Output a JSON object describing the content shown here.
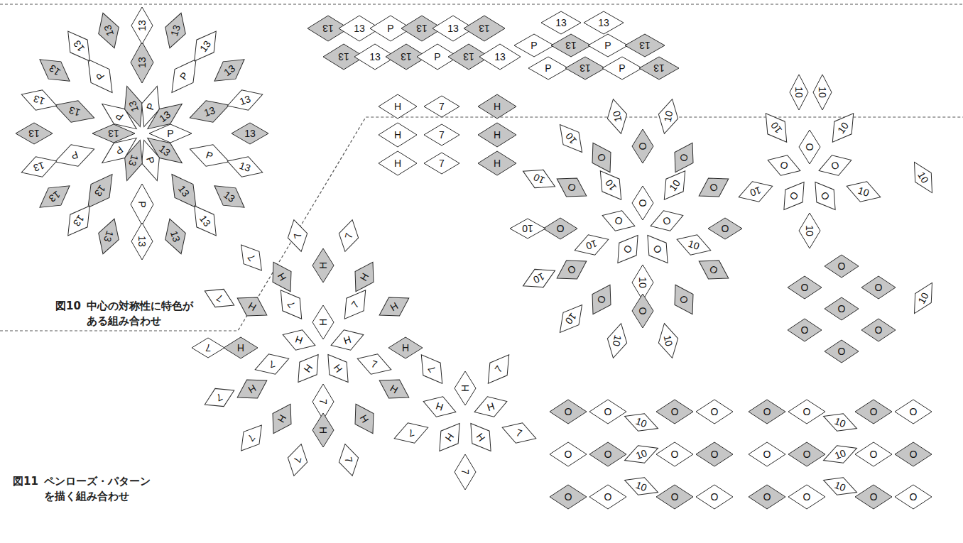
{
  "diagram": {
    "nodes": [
      {
        "text": [
          "P"
        ]
      },
      {
        "text": [
          "13"
        ]
      },
      {
        "text": [
          "P"
        ]
      },
      {
        "text": [
          "13"
        ]
      },
      {
        "text": [
          "P"
        ]
      },
      {
        "text": [
          "13"
        ]
      },
      {
        "text": [
          "P"
        ]
      },
      {
        "text": [
          "13"
        ]
      },
      {
        "text": [
          "P"
        ]
      },
      {
        "text": [
          "13"
        ]
      },
      {
        "text": [
          "P"
        ]
      },
      {
        "text": [
          "13"
        ]
      },
      {
        "text": [
          "P"
        ]
      },
      {
        "text": [
          "13"
        ]
      },
      {
        "text": [
          "P"
        ]
      },
      {
        "text": [
          "13"
        ]
      },
      {
        "text": [
          "P"
        ]
      },
      {
        "text": [
          "13"
        ]
      },
      {
        "text": [
          "P"
        ]
      },
      {
        "text": [
          "13"
        ]
      },
      {
        "text": [
          "13"
        ]
      },
      {
        "text": [
          "13"
        ]
      },
      {
        "text": [
          "13"
        ]
      },
      {
        "text": [
          "13"
        ]
      },
      {
        "text": [
          "13"
        ]
      },
      {
        "text": [
          "13"
        ]
      },
      {
        "text": [
          "13"
        ]
      },
      {
        "text": [
          "13"
        ]
      },
      {
        "text": [
          "13"
        ]
      },
      {
        "text": [
          "13"
        ]
      },
      {
        "text": [
          "13"
        ]
      },
      {
        "text": [
          "13"
        ]
      },
      {
        "text": [
          "13"
        ]
      },
      {
        "text": [
          "13"
        ]
      },
      {
        "text": [
          "13"
        ]
      },
      {
        "text": [
          "13"
        ]
      },
      {
        "text": [
          "13"
        ]
      },
      {
        "text": [
          "13"
        ]
      },
      {
        "text": [
          "13"
        ]
      },
      {
        "text": [
          "13"
        ]
      },
      {
        "text": [
          "13"
        ]
      },
      {
        "text": [
          "13"
        ]
      },
      {
        "text": [
          "P"
        ]
      },
      {
        "text": [
          "13"
        ]
      },
      {
        "text": [
          "13"
        ]
      },
      {
        "text": [
          "13"
        ]
      },
      {
        "text": [
          "13"
        ]
      },
      {
        "text": [
          "13"
        ]
      },
      {
        "text": [
          "13"
        ]
      },
      {
        "text": [
          "P"
        ]
      },
      {
        "text": [
          "13"
        ]
      },
      {
        "text": [
          "13"
        ]
      },
      {
        "text": [
          "13"
        ]
      },
      {
        "text": [
          "13"
        ]
      },
      {
        "text": [
          "P"
        ]
      },
      {
        "text": [
          "13"
        ]
      },
      {
        "text": [
          "P"
        ]
      },
      {
        "text": [
          "13"
        ]
      },
      {
        "text": [
          "P"
        ]
      },
      {
        "text": [
          "13"
        ]
      },
      {
        "text": [
          "P"
        ]
      },
      {
        "text": [
          "13"
        ]
      },
      {
        "text": [
          "H"
        ]
      },
      {
        "text": [
          "7"
        ]
      },
      {
        "text": [
          "H"
        ]
      },
      {
        "text": [
          "H"
        ]
      },
      {
        "text": [
          "7"
        ]
      },
      {
        "text": [
          "H"
        ]
      },
      {
        "text": [
          "H"
        ]
      },
      {
        "text": [
          "7"
        ]
      },
      {
        "text": [
          "H"
        ]
      },
      {
        "text": [
          "H"
        ]
      },
      {
        "text": [
          "H"
        ]
      },
      {
        "text": [
          "H"
        ]
      },
      {
        "text": [
          "H"
        ]
      },
      {
        "text": [
          "H"
        ]
      },
      {
        "text": [
          "7"
        ]
      },
      {
        "text": [
          "7"
        ]
      },
      {
        "text": [
          "7"
        ]
      },
      {
        "text": [
          "7"
        ]
      },
      {
        "text": [
          "7"
        ]
      },
      {
        "text": [
          "H"
        ]
      },
      {
        "text": [
          "H"
        ]
      },
      {
        "text": [
          "H"
        ]
      },
      {
        "text": [
          "H"
        ]
      },
      {
        "text": [
          "H"
        ]
      },
      {
        "text": [
          "H"
        ]
      },
      {
        "text": [
          "H"
        ]
      },
      {
        "text": [
          "H"
        ]
      },
      {
        "text": [
          "H"
        ]
      },
      {
        "text": [
          "H"
        ]
      },
      {
        "text": [
          "H"
        ]
      },
      {
        "text": [
          "H"
        ]
      },
      {
        "text": [
          "7"
        ]
      },
      {
        "text": [
          "7"
        ]
      },
      {
        "text": [
          "7"
        ]
      },
      {
        "text": [
          "7"
        ]
      },
      {
        "text": [
          "7"
        ]
      },
      {
        "text": [
          "7"
        ]
      },
      {
        "text": [
          "7"
        ]
      },
      {
        "text": [
          "7"
        ]
      },
      {
        "text": [
          "7"
        ]
      },
      {
        "text": [
          "H"
        ]
      },
      {
        "text": [
          "H"
        ]
      },
      {
        "text": [
          "H"
        ]
      },
      {
        "text": [
          "H"
        ]
      },
      {
        "text": [
          "H"
        ]
      },
      {
        "text": [
          "7"
        ]
      },
      {
        "text": [
          "7"
        ]
      },
      {
        "text": [
          "7"
        ]
      },
      {
        "text": [
          "7"
        ]
      },
      {
        "text": [
          "7"
        ]
      },
      {
        "text": [
          "O"
        ]
      },
      {
        "text": [
          "O"
        ]
      },
      {
        "text": [
          "O"
        ]
      },
      {
        "text": [
          "O"
        ]
      },
      {
        "text": [
          "O"
        ]
      },
      {
        "text": [
          "10"
        ]
      },
      {
        "text": [
          "10"
        ]
      },
      {
        "text": [
          "10"
        ]
      },
      {
        "text": [
          "10"
        ]
      },
      {
        "text": [
          "10"
        ]
      },
      {
        "text": [
          "O"
        ]
      },
      {
        "text": [
          "O"
        ]
      },
      {
        "text": [
          "O"
        ]
      },
      {
        "text": [
          "O"
        ]
      },
      {
        "text": [
          "O"
        ]
      },
      {
        "text": [
          "O"
        ]
      },
      {
        "text": [
          "O"
        ]
      },
      {
        "text": [
          "O"
        ]
      },
      {
        "text": [
          "O"
        ]
      },
      {
        "text": [
          "O"
        ]
      },
      {
        "text": [
          "O"
        ]
      },
      {
        "text": [
          "O"
        ]
      },
      {
        "text": [
          "10"
        ]
      },
      {
        "text": [
          "10"
        ]
      },
      {
        "text": [
          "10"
        ]
      },
      {
        "text": [
          "10"
        ]
      },
      {
        "text": [
          "10"
        ]
      },
      {
        "text": [
          "10"
        ]
      },
      {
        "text": [
          "10"
        ]
      },
      {
        "text": [
          "10"
        ]
      },
      {
        "text": [
          "10"
        ]
      },
      {
        "text": [
          "O"
        ]
      },
      {
        "text": [
          "O"
        ]
      },
      {
        "text": [
          "O"
        ]
      },
      {
        "text": [
          "O"
        ]
      },
      {
        "text": [
          "O"
        ]
      },
      {
        "text": [
          "10"
        ]
      },
      {
        "text": [
          "10"
        ]
      },
      {
        "text": [
          "10"
        ]
      },
      {
        "text": [
          "10"
        ]
      },
      {
        "text": [
          "10"
        ]
      },
      {
        "text": [
          "O"
        ]
      },
      {
        "text": [
          "O"
        ]
      },
      {
        "text": [
          "O"
        ]
      },
      {
        "text": [
          "O"
        ]
      },
      {
        "text": [
          "O"
        ]
      },
      {
        "text": [
          "O"
        ]
      },
      {
        "text": [
          "O"
        ]
      },
      {
        "text": [
          "10"
        ]
      },
      {
        "text": [
          "10"
        ]
      },
      {
        "text": [
          "10"
        ]
      },
      {
        "text": [
          "10"
        ]
      },
      {
        "text": [
          "O"
        ]
      },
      {
        "text": [
          "O"
        ]
      },
      {
        "text": [
          "O"
        ]
      },
      {
        "text": [
          "O"
        ]
      },
      {
        "text": [
          "O"
        ]
      },
      {
        "text": [
          "O"
        ]
      },
      {
        "text": [
          "O"
        ]
      },
      {
        "text": [
          "O"
        ]
      },
      {
        "text": [
          "O"
        ]
      },
      {
        "text": [
          "O"
        ]
      },
      {
        "text": [
          "O"
        ]
      },
      {
        "text": [
          "O"
        ]
      },
      {
        "text": [
          "10"
        ]
      },
      {
        "text": [
          "10"
        ]
      },
      {
        "text": [
          "10"
        ]
      },
      {
        "text": [
          "O"
        ]
      },
      {
        "text": [
          "O"
        ]
      },
      {
        "text": [
          "O"
        ]
      },
      {
        "text": [
          "O"
        ]
      },
      {
        "text": [
          "O"
        ]
      },
      {
        "text": [
          "O"
        ]
      },
      {
        "text": [
          "O"
        ]
      },
      {
        "text": [
          "O"
        ]
      },
      {
        "text": [
          "O"
        ]
      },
      {
        "text": [
          "O"
        ]
      },
      {
        "text": [
          "O"
        ]
      },
      {
        "text": [
          "O"
        ]
      },
      {
        "text": [
          "10"
        ]
      },
      {
        "text": [
          "10"
        ]
      },
      {
        "text": [
          "10"
        ]
      }
    ],
    "labels": [
      "図10",
      "中心の対称性に特色がある組み合わせ",
      "図11",
      "ペンローズ・パターンを描く組み合わせ"
    ]
  }
}
